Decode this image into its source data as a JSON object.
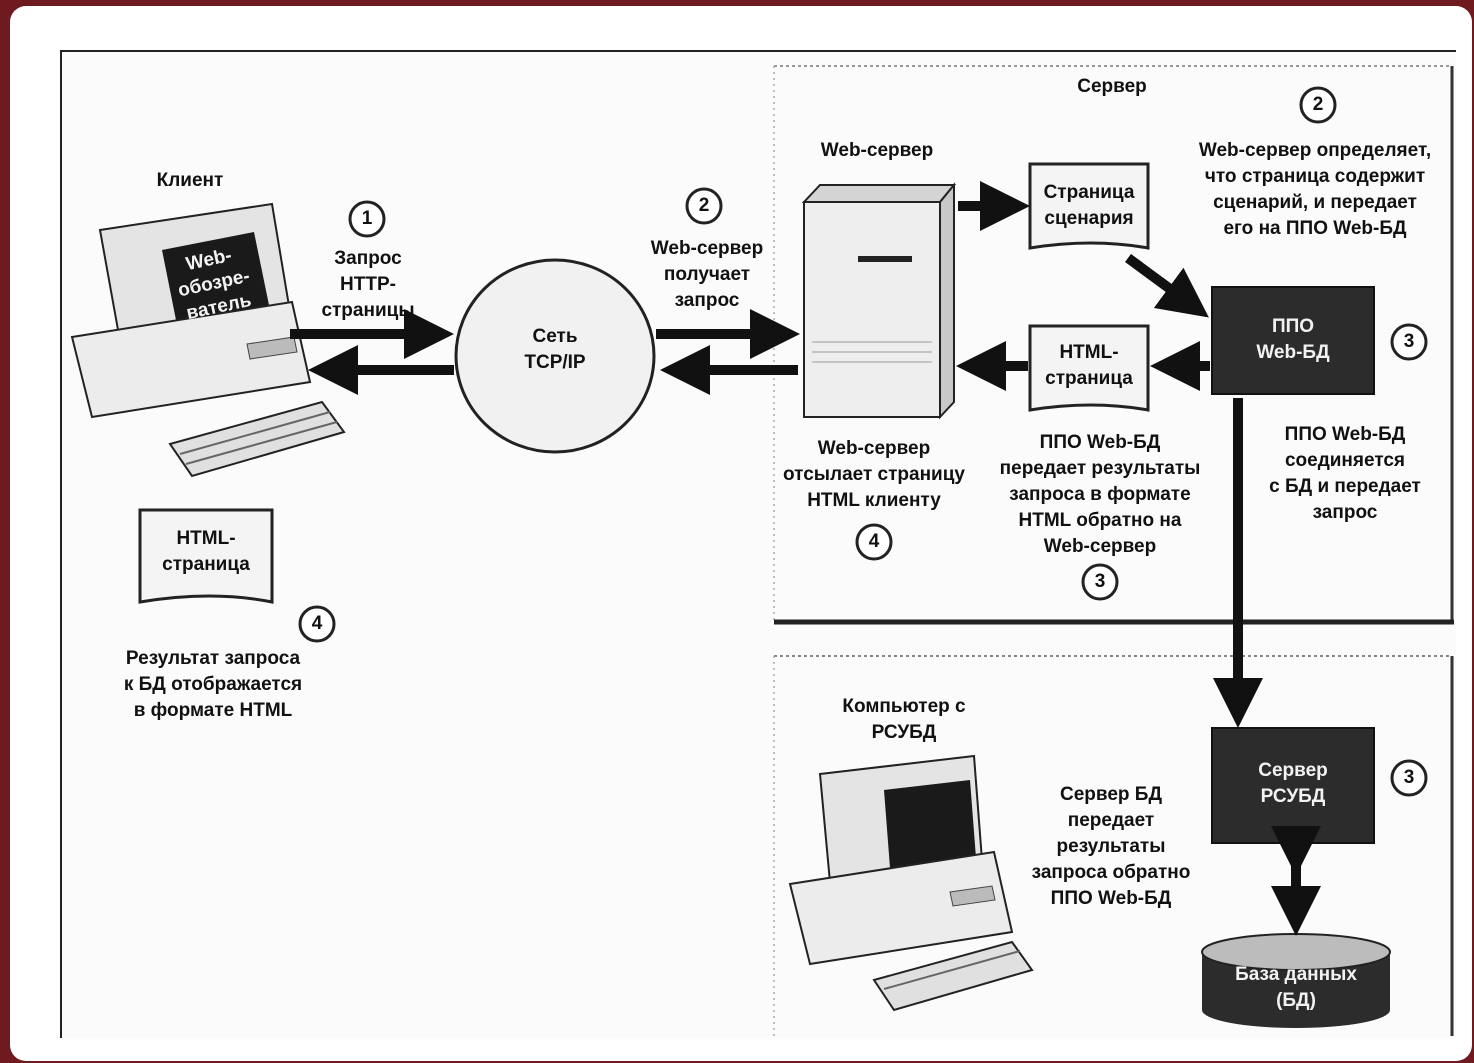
{
  "client": {
    "title": "Клиент",
    "screen_label": [
      "Web-",
      "обозре-",
      "ватель"
    ],
    "html_page": [
      "HTML-",
      "страница"
    ],
    "result_text": [
      "Результат запроса",
      "к БД отображается",
      "в формате HTML"
    ]
  },
  "steps": {
    "s1": "1",
    "s2a": "2",
    "s2b": "2",
    "s3a": "3",
    "s3b": "3",
    "s3c": "3",
    "s4a": "4",
    "s4b": "4"
  },
  "request_text": [
    "Запрос",
    "HTTP-",
    "страницы"
  ],
  "network": [
    "Сеть",
    "TCP/IP"
  ],
  "receive_text": [
    "Web-сервер",
    "получает",
    "запрос"
  ],
  "server": {
    "title": "Сервер",
    "web_server_label": "Web-сервер",
    "script_page": [
      "Страница",
      "сценария"
    ],
    "detect_text": [
      "Web-сервер определяет,",
      "что страница содержит",
      "сценарий, и передает",
      "его на ППО Web-БД"
    ],
    "ppo": [
      "ППО",
      "Web-БД"
    ],
    "html_page": [
      "HTML-",
      "страница"
    ],
    "connect_text": [
      "ППО Web-БД",
      "соединяется",
      "с БД и передает",
      "запрос"
    ],
    "send_text": [
      "Web-сервер",
      "отсылает страницу",
      "HTML клиенту"
    ],
    "pass_text": [
      "ППО Web-БД",
      "передает результаты",
      "запроса в формате",
      "HTML обратно на",
      "Web-сервер"
    ]
  },
  "dbms": {
    "computer_label": [
      "Компьютер с",
      "РСУБД"
    ],
    "server_box": [
      "Сервер",
      "РСУБД"
    ],
    "return_text": [
      "Сервер БД",
      "передает",
      "результаты",
      "запроса обратно",
      "ППО Web-БД"
    ],
    "database": [
      "База данных",
      "(БД)"
    ]
  },
  "colors": {
    "background": "#6e1a1f",
    "dark_box": "#2c2c2c",
    "ink": "#111111"
  }
}
